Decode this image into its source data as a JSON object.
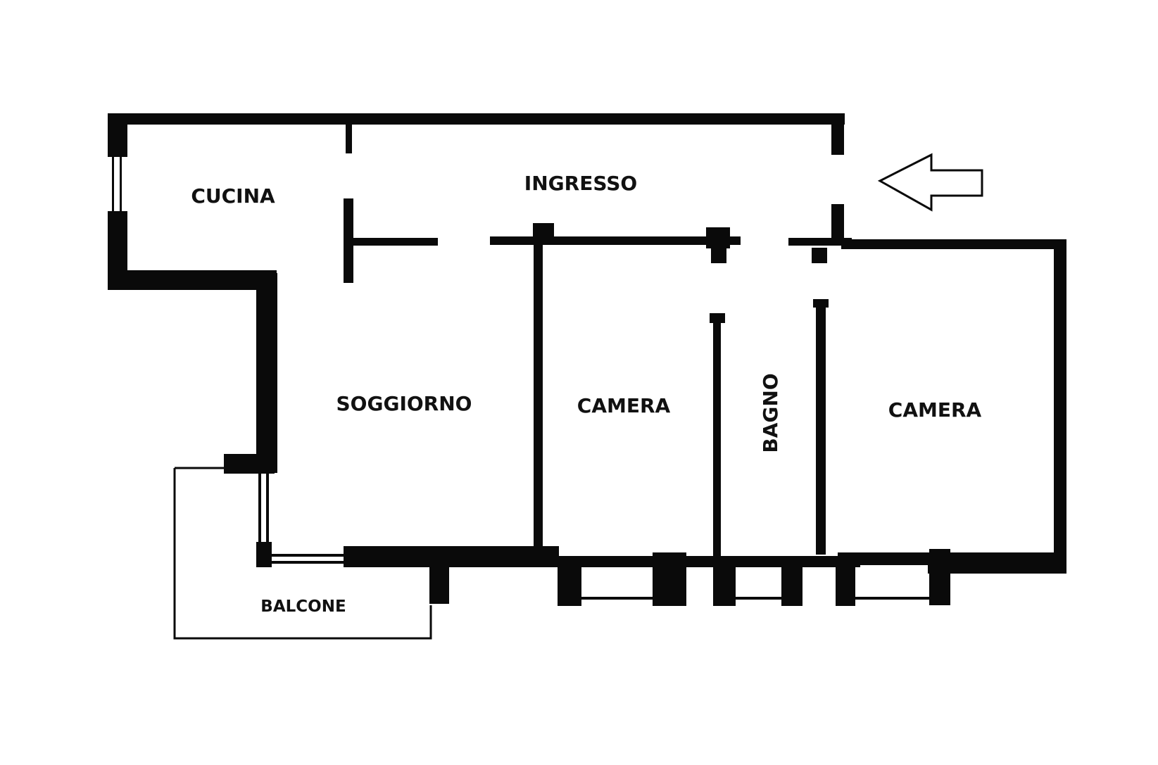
{
  "rooms": {
    "cucina": "CUCINA",
    "ingresso": "INGRESSO",
    "soggiorno": "SOGGIORNO",
    "camera_left": "CAMERA",
    "bagno": "BAGNO",
    "camera_right": "CAMERA",
    "balcone": "BALCONE"
  },
  "colors": {
    "wall": "#0a0a0a",
    "background": "#ffffff"
  },
  "icons": {
    "entrance": "entrance-arrow-icon"
  }
}
